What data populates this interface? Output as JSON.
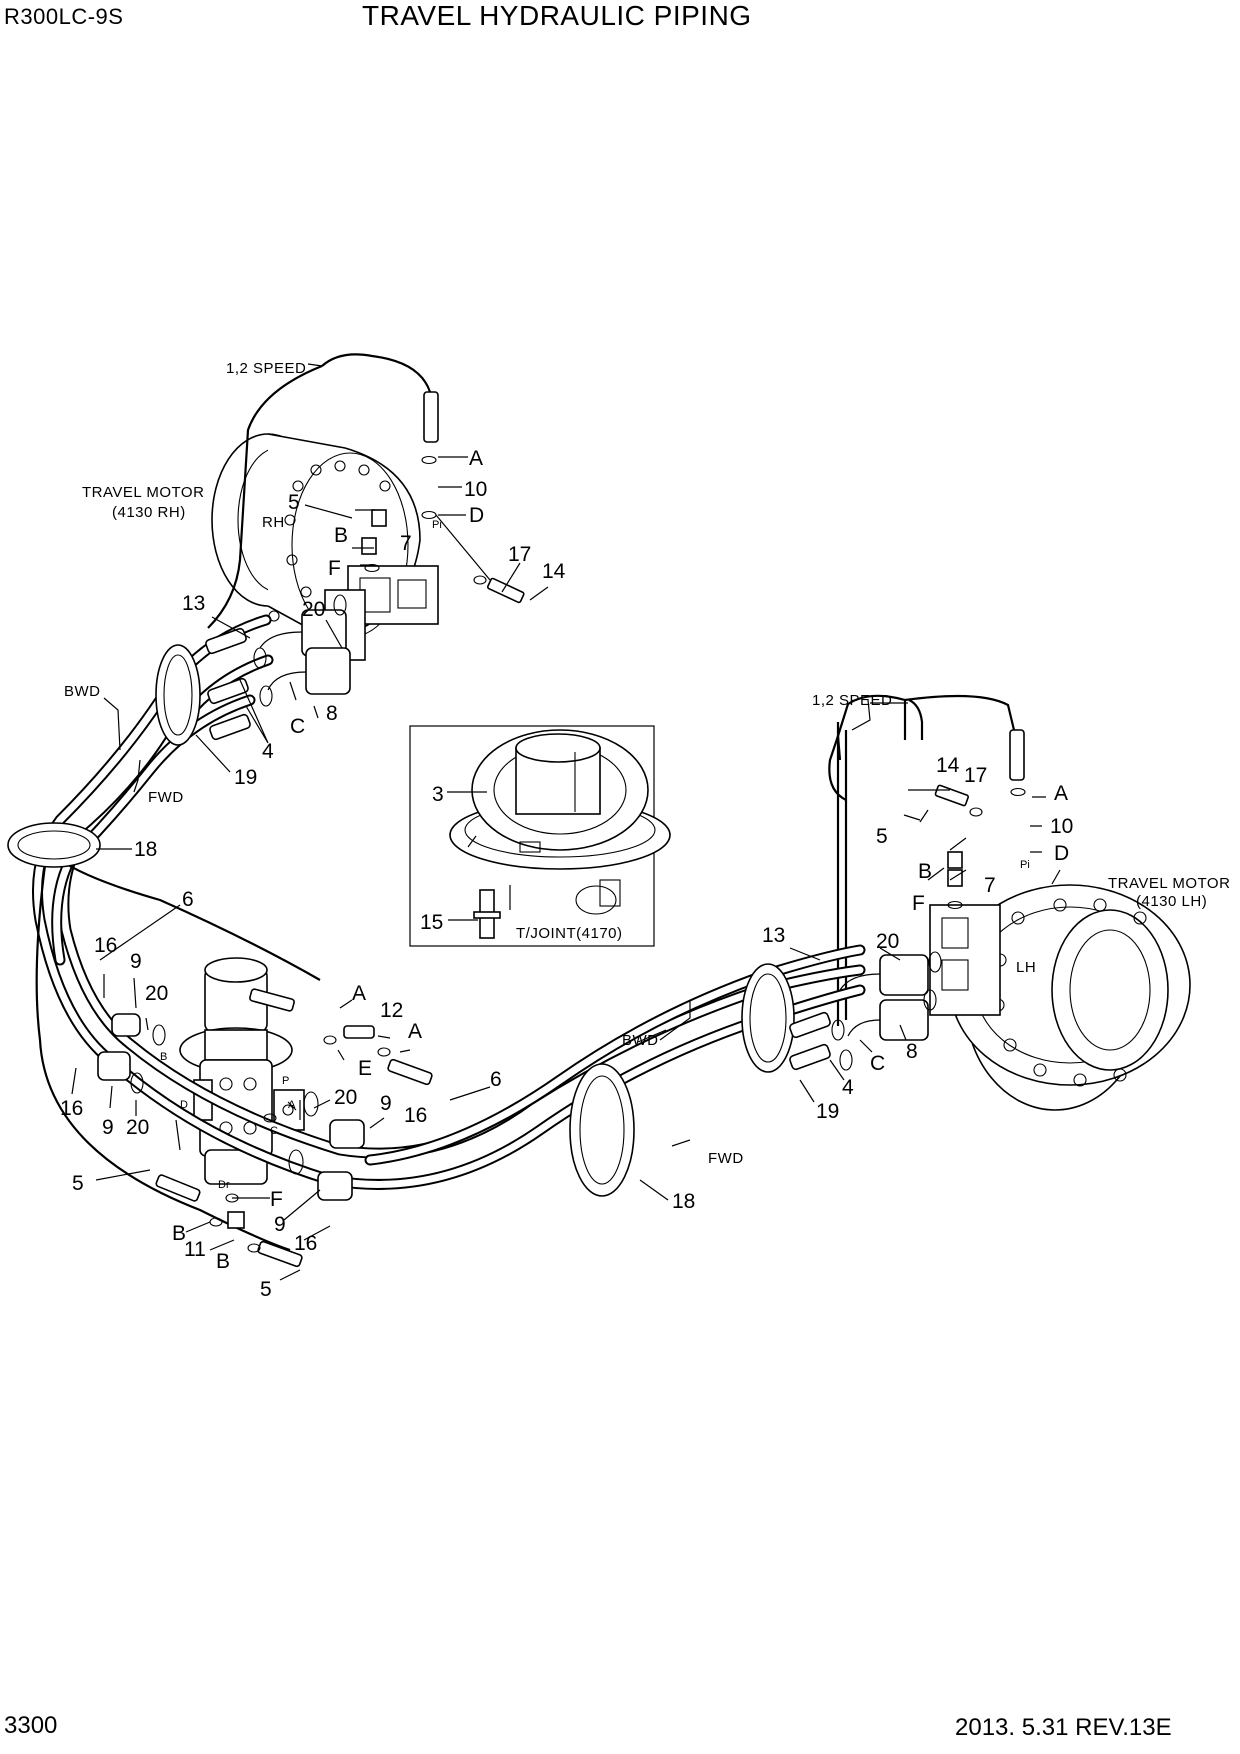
{
  "header": {
    "model": "R300LC-9S",
    "title": "TRAVEL HYDRAULIC PIPING"
  },
  "footer": {
    "page_number": "3300",
    "revision": "2013. 5.31  REV.13E"
  },
  "notes": {
    "speed_right": "1,2 SPEED",
    "speed_left": "1,2 SPEED",
    "motor_rh_line1": "TRAVEL MOTOR",
    "motor_rh_line2": "(4130 RH)",
    "motor_lh_line1": "TRAVEL MOTOR",
    "motor_lh_line2": "(4130 LH)",
    "rh": "RH",
    "lh": "LH",
    "bwd_upper": "BWD",
    "fwd_upper": "FWD",
    "bwd_lower": "BWD",
    "fwd_lower": "FWD",
    "tjoint": "T/JOINT(4170)",
    "pi_right": "Pi",
    "pi_left": "Pi",
    "port_b": "B",
    "port_d": "D",
    "port_p": "P",
    "port_a": "A",
    "port_c": "C",
    "port_dr": "Dr"
  },
  "callouts": {
    "c1": "A",
    "c2": "10",
    "c3": "D",
    "c4": "5",
    "c5": "B",
    "c6": "7",
    "c7": "F",
    "c8": "17",
    "c9": "14",
    "c10": "13",
    "c11": "20",
    "c12": "C",
    "c13": "8",
    "c14": "4",
    "c15": "19",
    "c16": "18",
    "c17": "6",
    "c18": "16",
    "c19": "9",
    "c20": "20",
    "c21": "16",
    "c22": "9",
    "c23": "20",
    "c24": "A",
    "c25": "12",
    "c26": "A",
    "c27": "E",
    "c28": "20",
    "c29": "9",
    "c30": "16",
    "c31": "6",
    "c32": "F",
    "c33": "9",
    "c34": "16",
    "c35": "B",
    "c36": "11",
    "c37": "B",
    "c38": "5",
    "c39": "5",
    "c40": "3",
    "c41": "15",
    "c42": "14",
    "c43": "17",
    "c44": "A",
    "c45": "10",
    "c46": "D",
    "c47": "5",
    "c48": "B",
    "c49": "7",
    "c50": "F",
    "c51": "13",
    "c52": "20",
    "c53": "C",
    "c54": "8",
    "c55": "4",
    "c56": "19",
    "c57": "18"
  }
}
